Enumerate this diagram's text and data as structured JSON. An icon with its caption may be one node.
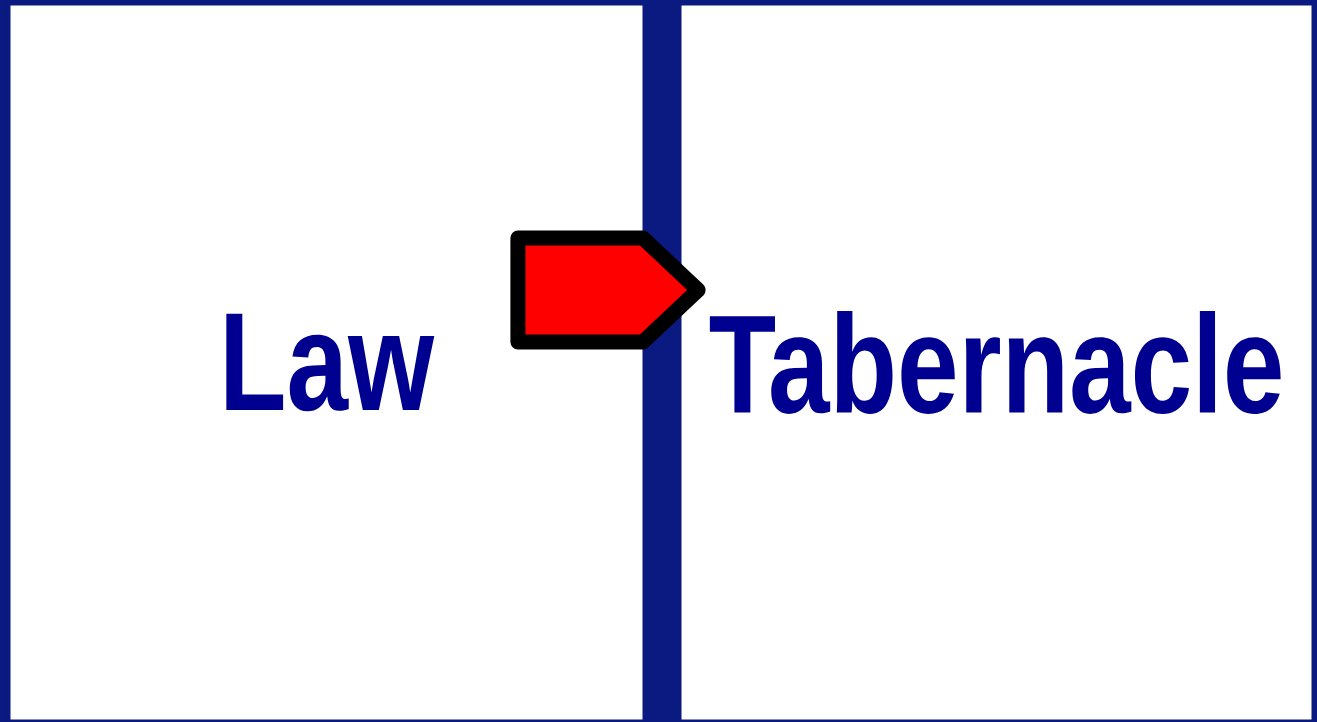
{
  "diagram": {
    "nodes": [
      {
        "text": [
          "Law"
        ]
      },
      {
        "text": [
          "Tabernacle"
        ]
      }
    ],
    "edges": [
      {
        "from": 0,
        "to": 1,
        "arrow": "to",
        "color": "#ff0000"
      }
    ]
  }
}
